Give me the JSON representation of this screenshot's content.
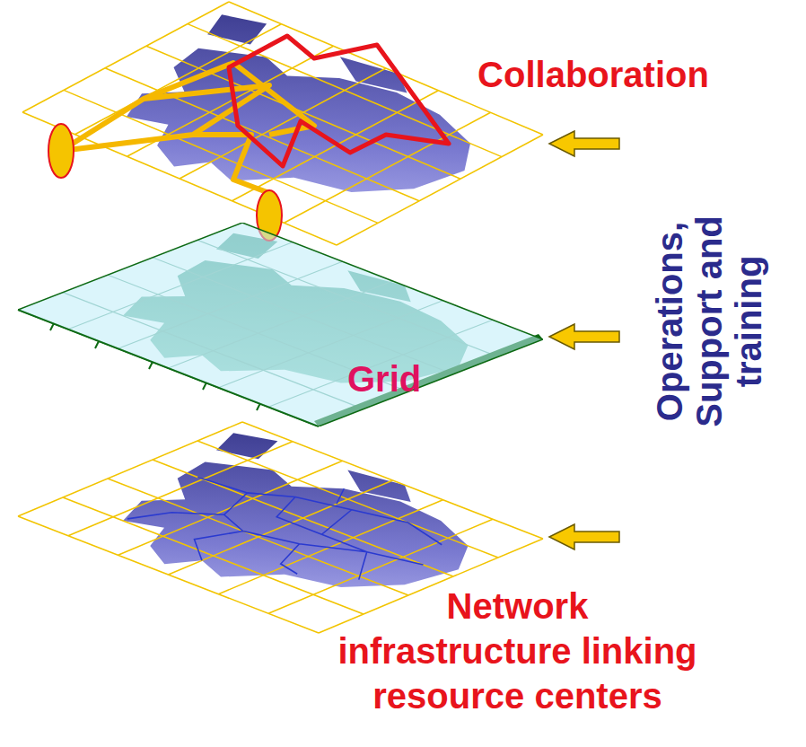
{
  "diagram": {
    "nodes": [
      {
        "text": [
          "Grid"
        ]
      }
    ],
    "labels": [
      "Collaboration",
      "Operations, Support and training",
      "Network infrastructure linking resource centers"
    ]
  }
}
